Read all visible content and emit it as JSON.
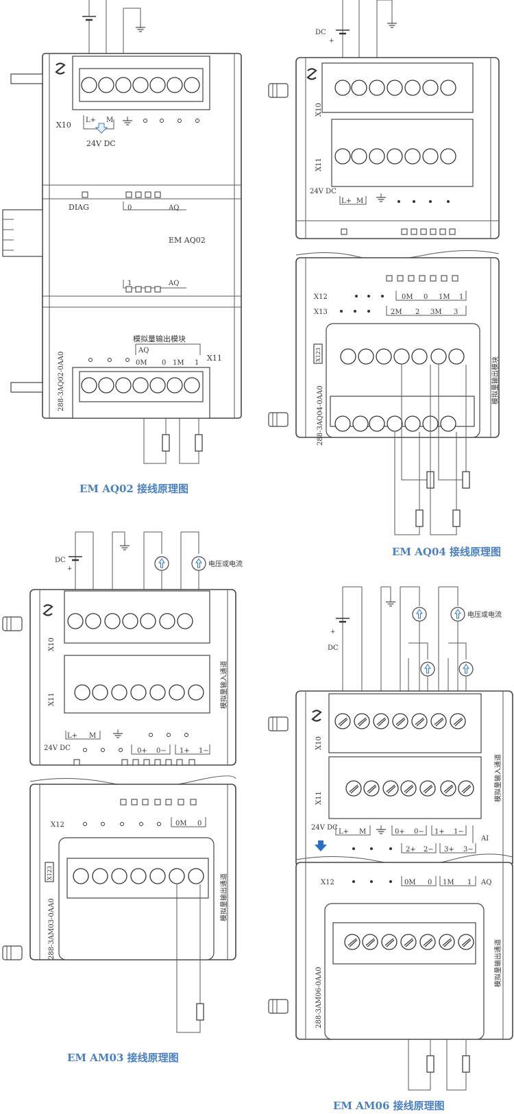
{
  "colors": {
    "caption": "#4a7fc0",
    "line": "#555555",
    "text": "#333333"
  },
  "icons": [
    "ground-icon",
    "battery-icon",
    "current-source-icon",
    "resistor-icon",
    "screw-terminal-icon",
    "arrow-down-icon",
    "logo-icon"
  ],
  "aq02": {
    "x10": "X10",
    "lplus": "L+",
    "m": "M",
    "supply": "24V DC",
    "diag": "DIAG",
    "ch0": "0",
    "aq_a": "AQ",
    "model": "EM AQ02",
    "ch1": "1",
    "aq_b": "AQ",
    "cn_module": "模拟量输出模块",
    "aq_c": "AQ",
    "t_0m": "0M",
    "t_0": "0",
    "t_1m": "1M",
    "t_1": "1",
    "x11": "X11",
    "part": "288-3AQ02-0AA0",
    "caption": "EM AQ02 接线原理图"
  },
  "aq04": {
    "dc": "DC",
    "plus": "+",
    "x10": "X10",
    "x11": "X11",
    "supply": "24V DC",
    "lplus": "L+",
    "m": "M",
    "x12": "X12",
    "x13": "X13",
    "r12_0m": "0M",
    "r12_0": "0",
    "r12_1m": "1M",
    "r12_1": "1",
    "r13_2m": "2M",
    "r13_2": "2",
    "r13_3m": "3M",
    "r13_3": "3",
    "tag": "X123",
    "cn_module": "模拟量输出模块",
    "part": "288-3AQ04-0AA0",
    "caption": "EM AQ04 接线原理图"
  },
  "am03": {
    "dc": "DC",
    "plus": "+",
    "voltage_current": "电压或电流",
    "x10": "X10",
    "x11": "X11",
    "cn_in": "模拟量输入通道",
    "lplus": "L+",
    "m": "M",
    "supply": "24V DC",
    "in_0p": "0+",
    "in_0m": "0−",
    "in_1p": "1+",
    "in_1m": "1−",
    "x12": "X12",
    "out_0m": "0M",
    "out_0": "0",
    "tag": "X123",
    "cn_out": "模拟量输出通道",
    "part": "288-3AM03-0AA0",
    "caption": "EM AM03 接线原理图"
  },
  "am06": {
    "dc": "DC",
    "plus": "+",
    "voltage_current": "电压或电流",
    "x10": "X10",
    "x11": "X11",
    "cn_in": "模拟量输入通道",
    "supply": "24V DC",
    "lplus": "L+",
    "m": "M",
    "in_0p": "0+",
    "in_0m": "0−",
    "in_1p": "1+",
    "in_1m": "1−",
    "in_2p": "2+",
    "in_2m": "2−",
    "in_3p": "3+",
    "in_3m": "3−",
    "ai": "AI",
    "x12": "X12",
    "out_0m": "0M",
    "out_0": "0",
    "out_1m": "1M",
    "out_1": "1",
    "aq": "AQ",
    "cn_out": "模拟量输出通道",
    "part": "288-3AM06-0AA0",
    "caption": "EM AM06 接线原理图"
  }
}
